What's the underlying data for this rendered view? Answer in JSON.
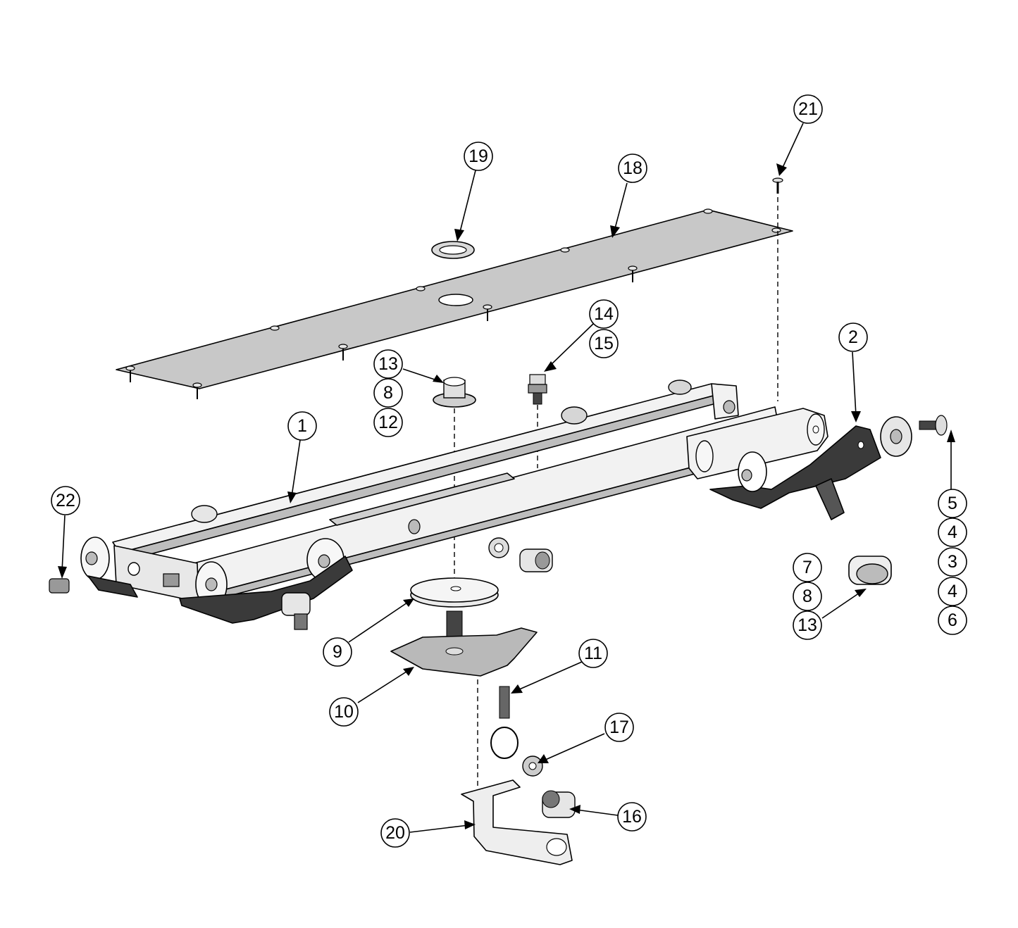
{
  "diagram": {
    "callouts": [
      {
        "id": "c21",
        "label": "21"
      },
      {
        "id": "c19",
        "label": "19"
      },
      {
        "id": "c18",
        "label": "18"
      },
      {
        "id": "c14",
        "label": "14"
      },
      {
        "id": "c15",
        "label": "15"
      },
      {
        "id": "c2",
        "label": "2"
      },
      {
        "id": "c13a",
        "label": "13"
      },
      {
        "id": "c8a",
        "label": "8"
      },
      {
        "id": "c12",
        "label": "12"
      },
      {
        "id": "c1",
        "label": "1"
      },
      {
        "id": "c22",
        "label": "22"
      },
      {
        "id": "c5",
        "label": "5"
      },
      {
        "id": "c4a",
        "label": "4"
      },
      {
        "id": "c3",
        "label": "3"
      },
      {
        "id": "c4b",
        "label": "4"
      },
      {
        "id": "c6",
        "label": "6"
      },
      {
        "id": "c7",
        "label": "7"
      },
      {
        "id": "c8b",
        "label": "8"
      },
      {
        "id": "c13b",
        "label": "13"
      },
      {
        "id": "c9",
        "label": "9"
      },
      {
        "id": "c11",
        "label": "11"
      },
      {
        "id": "c10",
        "label": "10"
      },
      {
        "id": "c17",
        "label": "17"
      },
      {
        "id": "c16",
        "label": "16"
      },
      {
        "id": "c20",
        "label": "20"
      }
    ]
  },
  "colors": {
    "line": "#000000",
    "cover_plate": "#c8c8c8",
    "frame": "#f2f2f2",
    "bracket": "#3a3a3a",
    "background": "#ffffff"
  }
}
